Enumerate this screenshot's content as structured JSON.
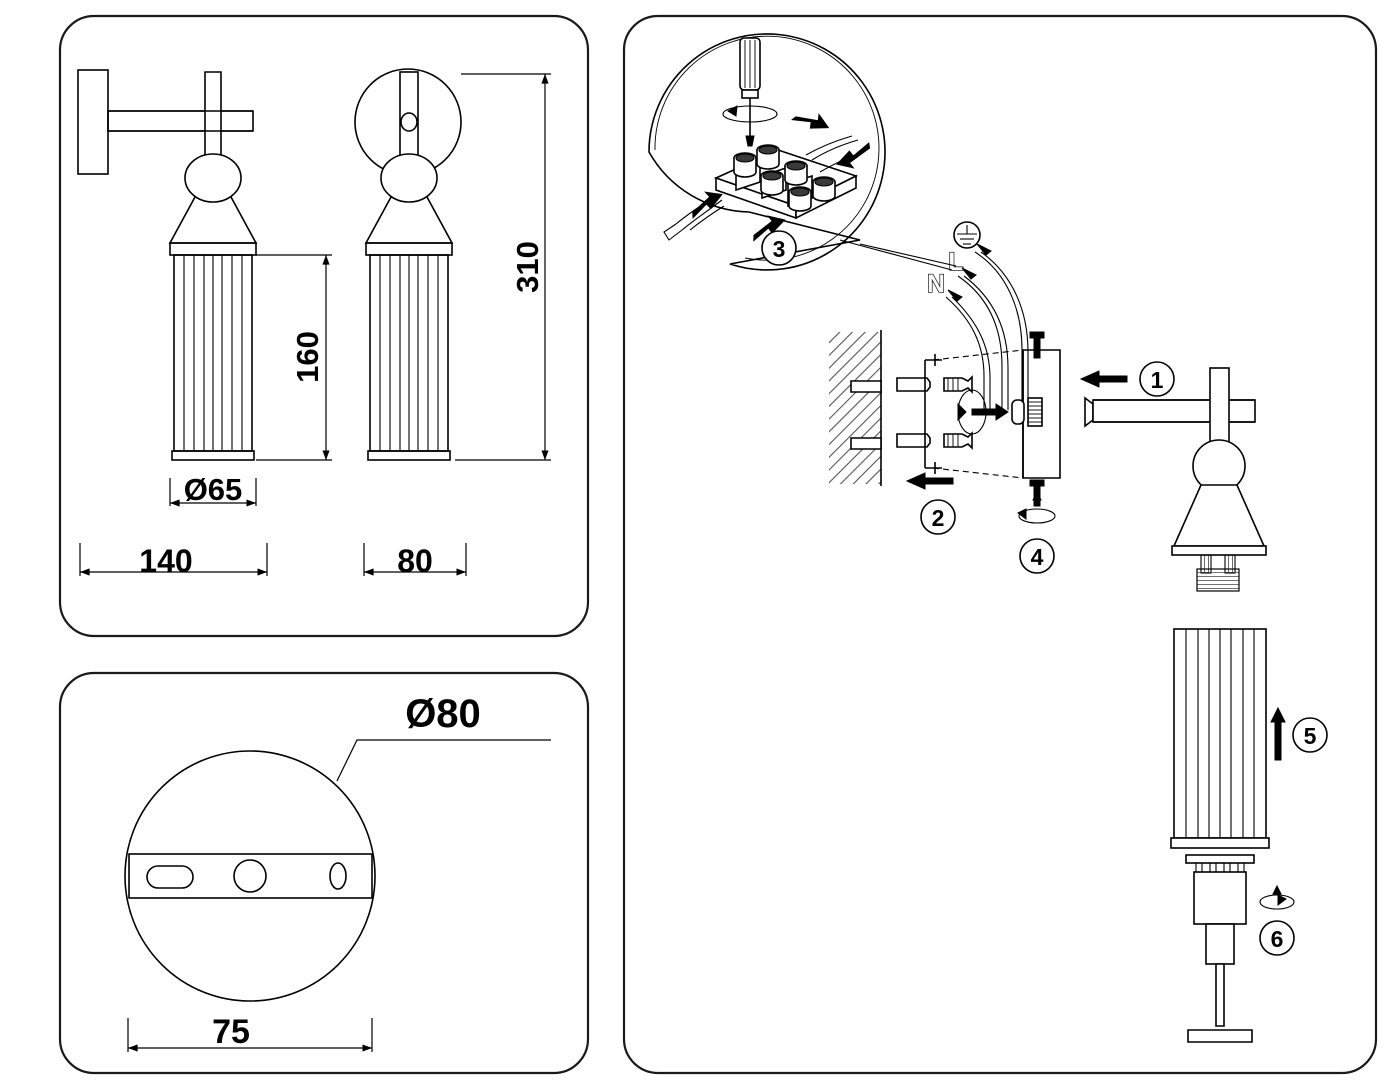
{
  "document": {
    "type": "installation-drawing",
    "title": "Wall sconce dimensional and assembly drawing",
    "line_color": "#000000",
    "background_color": "#ffffff"
  },
  "panels": [
    {
      "id": "panel-dimensions",
      "name": "dimension-views-panel",
      "position": "top-left",
      "views": [
        "side-elevation",
        "front-elevation"
      ]
    },
    {
      "id": "panel-backplate",
      "name": "backplate-plan-panel",
      "position": "bottom-left",
      "views": [
        "canopy-plan-view"
      ]
    },
    {
      "id": "panel-assembly",
      "name": "assembly-steps-panel",
      "position": "right",
      "views": [
        "wiring-detail",
        "wall-mount",
        "lamp-assembly"
      ]
    }
  ],
  "dimensions": {
    "height_overall": "310",
    "shade_height": "160",
    "shade_diameter": "Ø65",
    "projection": "140",
    "width_front": "80",
    "canopy_diameter": "Ø80",
    "bracket_length": "75"
  },
  "assembly_steps": [
    {
      "number": "1",
      "name": "attach-arm-to-backplate",
      "arrow": "left"
    },
    {
      "number": "2",
      "name": "mount-backplate-to-wall",
      "arrow": "left"
    },
    {
      "number": "3",
      "name": "connect-terminal-block",
      "arrow": "callout"
    },
    {
      "number": "4",
      "name": "tighten-fixing-screw",
      "arrow": "rotate"
    },
    {
      "number": "5",
      "name": "slide-glass-shade-up",
      "arrow": "up"
    },
    {
      "number": "6",
      "name": "screw-in-bulb",
      "arrow": "rotate"
    }
  ],
  "wiring": {
    "live_label": "L",
    "neutral_label": "N",
    "earth_symbol": "earth-ground",
    "terminal_block": "3-way-screw-terminal"
  }
}
